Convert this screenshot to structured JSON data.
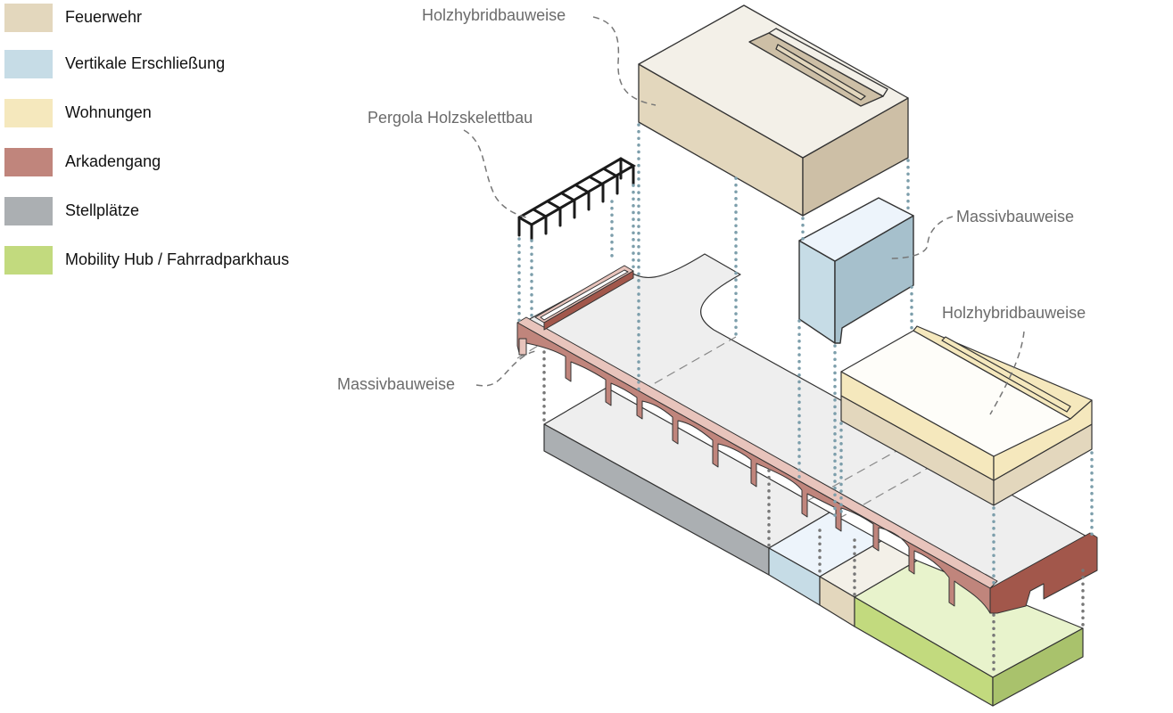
{
  "legend": {
    "items": [
      {
        "label": "Feuerwehr",
        "color": "#e3d7bd"
      },
      {
        "label": "Vertikale Erschließung",
        "color": "#c6dce6"
      },
      {
        "label": "Wohnungen",
        "color": "#f5e8bd"
      },
      {
        "label": "Arkadengang",
        "color": "#c0857c"
      },
      {
        "label": "Stellplätze",
        "color": "#abafb2"
      },
      {
        "label": "Mobility Hub / Fahrradparkhaus",
        "color": "#c2da7e"
      }
    ]
  },
  "annotations": {
    "top_holzhybrid": "Holzhybridbauweise",
    "pergola": "Pergola Holzskelettbau",
    "massiv_right": "Massivbauweise",
    "holzhybrid_right": "Holzhybridbauweise",
    "massiv_left": "Massivbauweise"
  },
  "colors": {
    "feuerwehr_top": "#f3f0e8",
    "feuerwehr_left": "#e3d7bd",
    "feuerwehr_right": "#cdbfa6",
    "stair_top": "#edf4fb",
    "stair_left": "#c6dce6",
    "stair_right": "#a6c0cc",
    "wohnung_top": "#fefdf9",
    "wohnung_upper": "#f5e8bd",
    "wohnung_lower": "#e3d7bd",
    "slab": "#eeeeee",
    "arcade": "#c0857c",
    "arcade_dark": "#a2574b",
    "arcade_light": "#e8c4bc",
    "parking": "#abafb2",
    "hub_top": "#e8f3cc",
    "hub_left": "#c2da7e",
    "hub_right": "#a9c26c",
    "dots_blue": "#7c9eab",
    "dots_grey": "#777777",
    "annot_line": "#777777"
  }
}
